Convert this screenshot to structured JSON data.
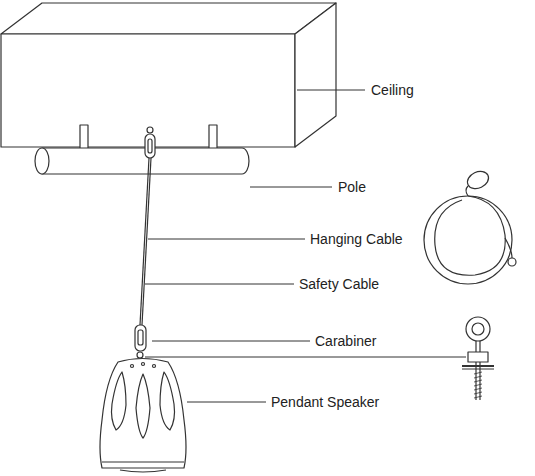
{
  "diagram": {
    "labels": [
      "Ceiling",
      "Pole",
      "Hanging Cable",
      "Safety Cable",
      "Carabiner",
      "Pendant Speaker"
    ]
  }
}
